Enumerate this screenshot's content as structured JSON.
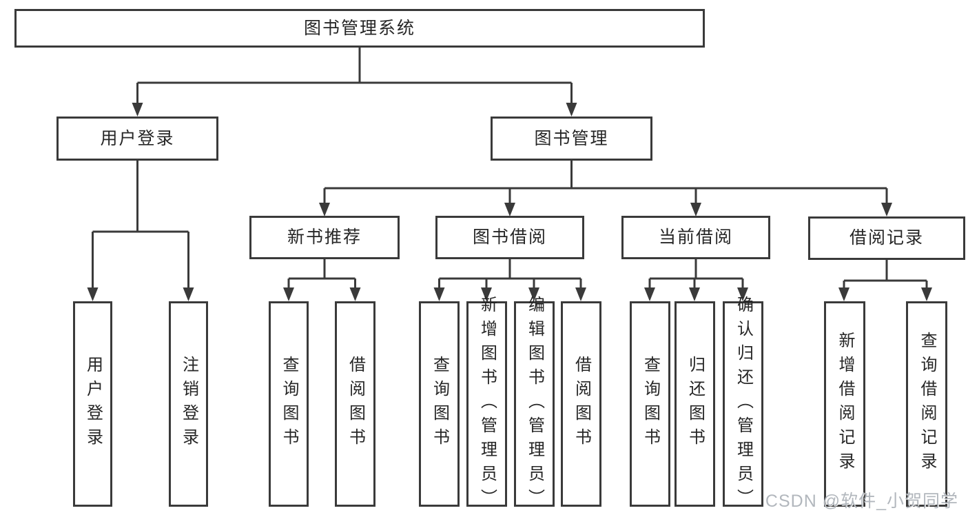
{
  "diagram_title": "图书管理系统",
  "nodes": {
    "root": "图书管理系统",
    "user_login": "用户登录",
    "book_management": "图书管理",
    "new_book_recommend": "新书推荐",
    "book_borrow": "图书借阅",
    "current_borrow": "当前借阅",
    "borrow_record": "借阅记录",
    "leaf_user_login": "用户登录",
    "leaf_logout": "注销登录",
    "leaf_nb_query": "查询图书",
    "leaf_nb_borrow": "借阅图书",
    "leaf_bb_query": "查询图书",
    "leaf_bb_add": "新增图书（管理员）",
    "leaf_bb_edit": "编辑图书（管理员）",
    "leaf_bb_borrow": "借阅图书",
    "leaf_cb_query": "查询图书",
    "leaf_cb_return": "归还图书",
    "leaf_cb_confirm": "确认归还（管理员）",
    "leaf_br_add": "新增借阅记录",
    "leaf_br_query": "查询借阅记录"
  },
  "hierarchy": {
    "root": "图书管理系统",
    "children": [
      {
        "label": "用户登录",
        "children": [
          "用户登录",
          "注销登录"
        ]
      },
      {
        "label": "图书管理",
        "children": [
          {
            "label": "新书推荐",
            "children": [
              "查询图书",
              "借阅图书"
            ]
          },
          {
            "label": "图书借阅",
            "children": [
              "查询图书",
              "新增图书（管理员）",
              "编辑图书（管理员）",
              "借阅图书"
            ]
          },
          {
            "label": "当前借阅",
            "children": [
              "查询图书",
              "归还图书",
              "确认归还（管理员）"
            ]
          },
          {
            "label": "借阅记录",
            "children": [
              "新增借阅记录",
              "查询借阅记录"
            ]
          }
        ]
      }
    ]
  },
  "watermark": {
    "text": "CSDN @软件_小贺同学"
  },
  "colors": {
    "line": "#3a3a3a",
    "text": "#262626",
    "background": "#ffffff",
    "watermark": "#a5aab2"
  }
}
